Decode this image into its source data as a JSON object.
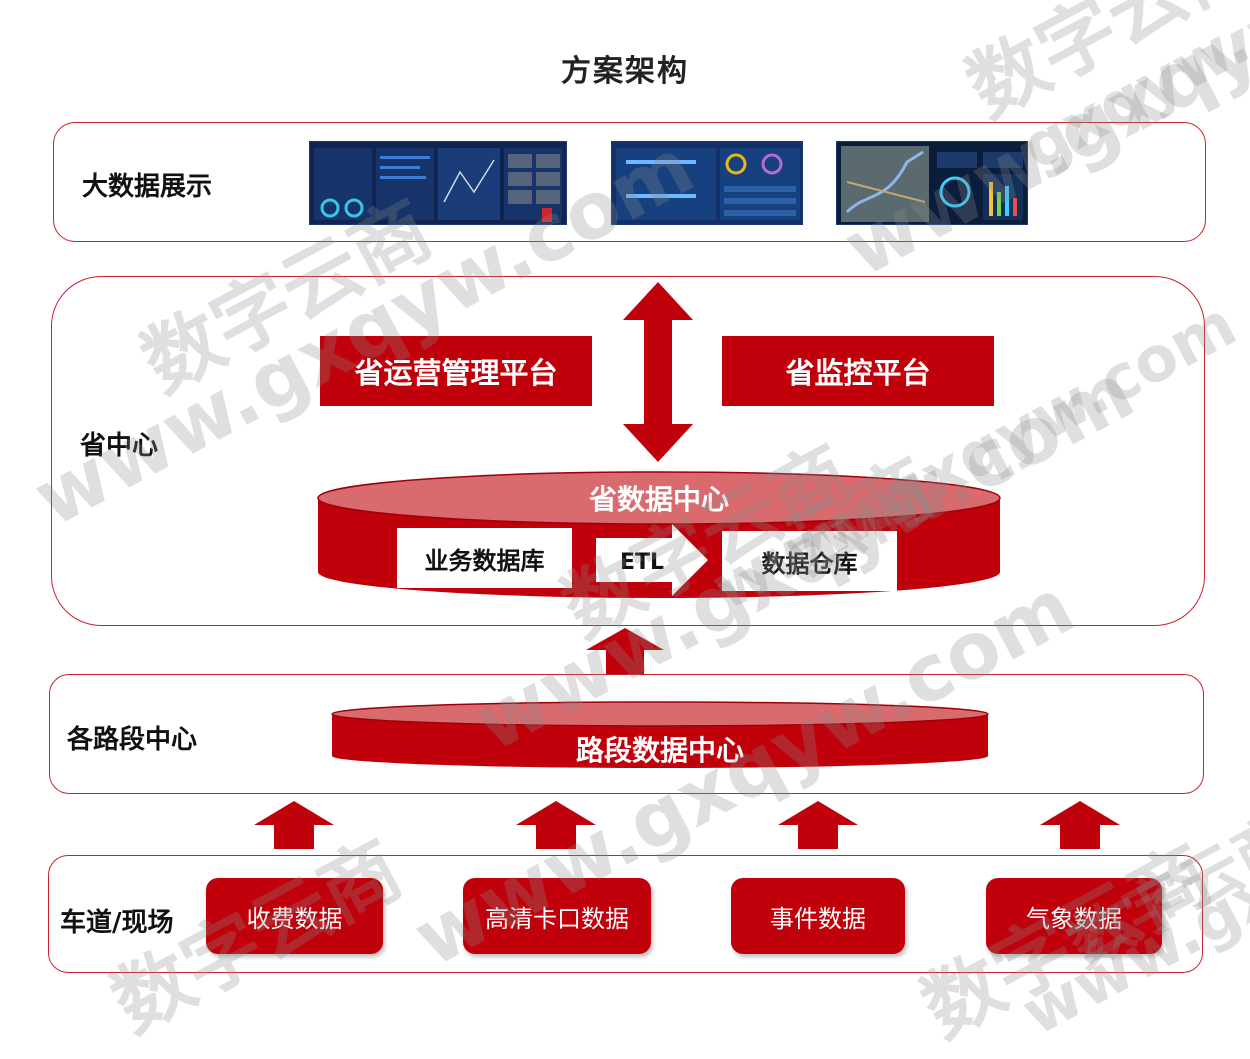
{
  "title": "方案架构",
  "layers": {
    "display": {
      "label": "大数据展示",
      "screens": [
        "dashboard-screen-1",
        "dashboard-screen-2",
        "dashboard-screen-3"
      ]
    },
    "province": {
      "label": "省中心",
      "platforms": [
        "省运营管理平台",
        "省监控平台"
      ],
      "data_center": {
        "title": "省数据中心",
        "business_db": "业务数据库",
        "etl": "ETL",
        "warehouse": "数据仓库"
      }
    },
    "segment": {
      "label": "各路段中心",
      "data_center": "路段数据中心"
    },
    "lane": {
      "label": "车道/现场",
      "sources": [
        "收费数据",
        "高清卡口数据",
        "事件数据",
        "气象数据"
      ]
    }
  },
  "colors": {
    "accent": "#c0000a",
    "border": "#c8222a",
    "cylinder_top": "#d96a6e"
  },
  "watermarks": [
    "数字云商",
    "www.gxqyw.com",
    "数字云商",
    "www.gxqyw.com",
    "数字云商",
    "www.gxqyw.com",
    "云商",
    "www.gxqyw.com",
    "数字云商",
    "www.gxqyw.com",
    "数字云商",
    "www.gxqyw.",
    "数字云商",
    "gxqyw."
  ]
}
